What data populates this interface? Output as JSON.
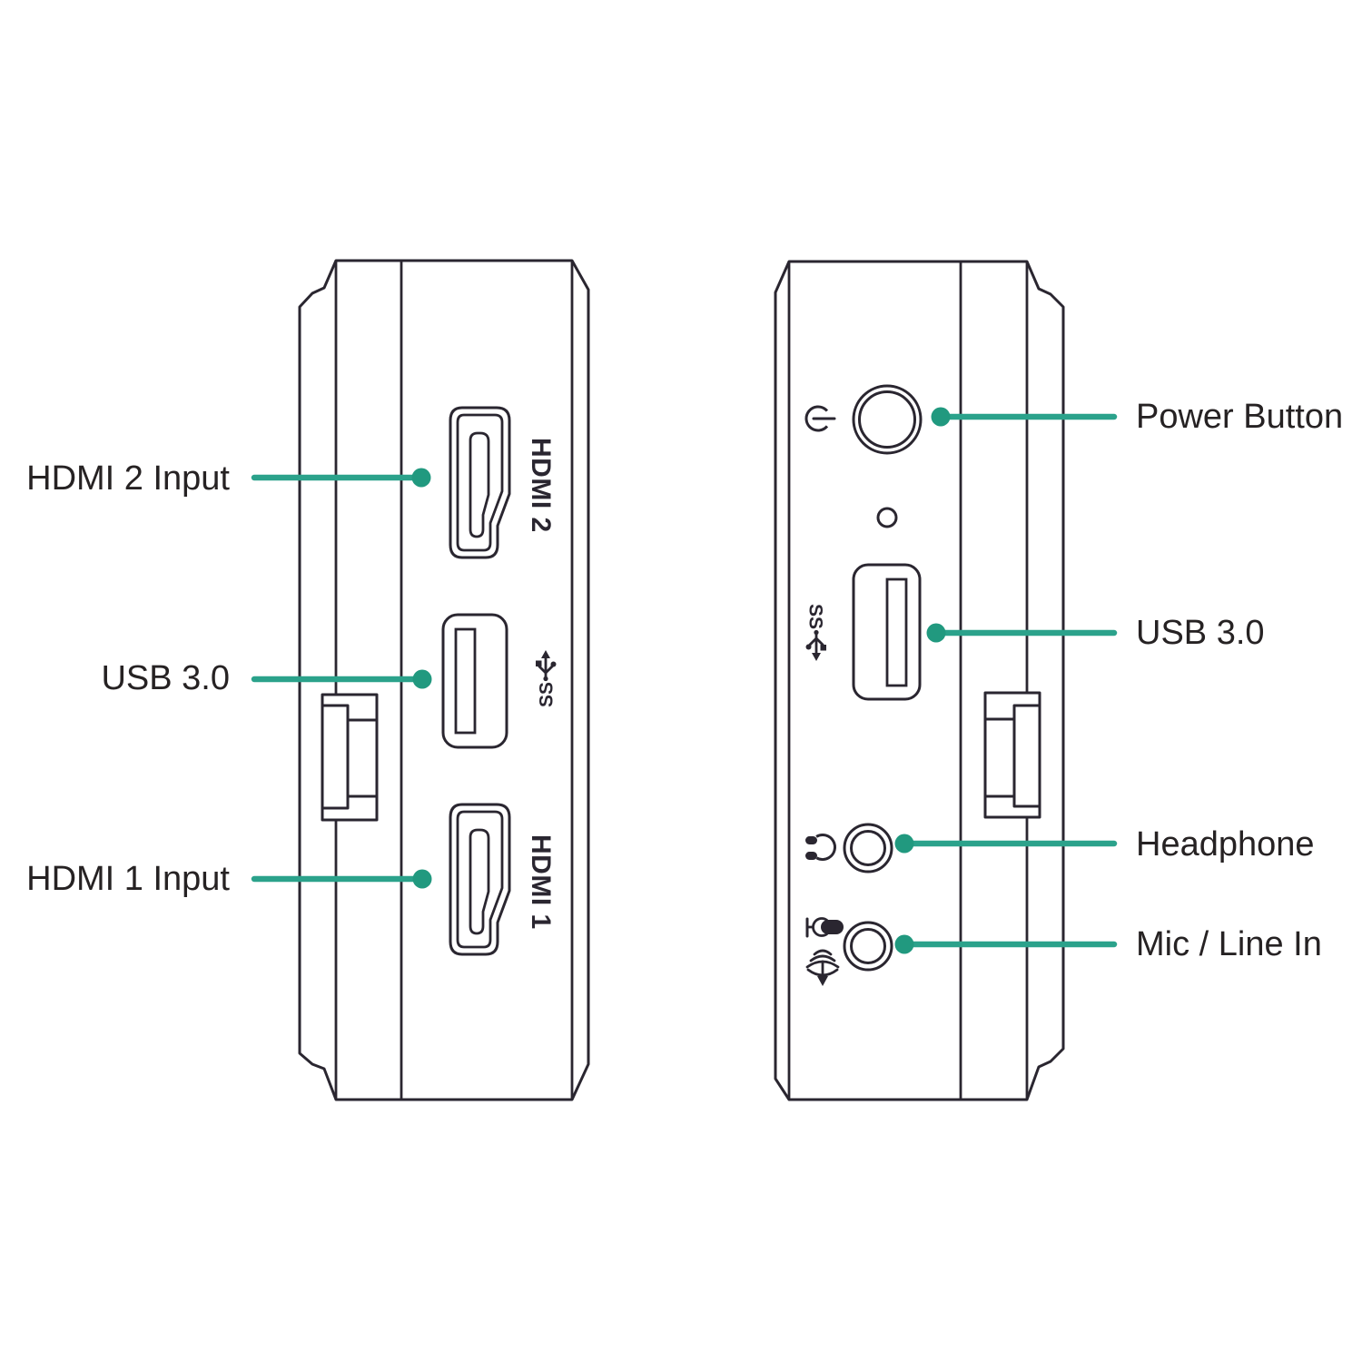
{
  "colors": {
    "line": "#2BA28B",
    "dot": "#21997F",
    "ink": "#2A2630",
    "text": "#262223"
  },
  "left_device": {
    "hdmi2_port_label": "HDMI 2",
    "hdmi1_port_label": "HDMI 1",
    "ss_usb_label": "SS"
  },
  "right_device": {
    "ss_usb_label": "SS"
  },
  "callouts": {
    "hdmi2": "HDMI 2 Input",
    "usb_left": "USB 3.0",
    "hdmi1": "HDMI 1 Input",
    "power": "Power Button",
    "usb_right": "USB 3.0",
    "headphone": "Headphone",
    "mic": "Mic / Line In"
  }
}
